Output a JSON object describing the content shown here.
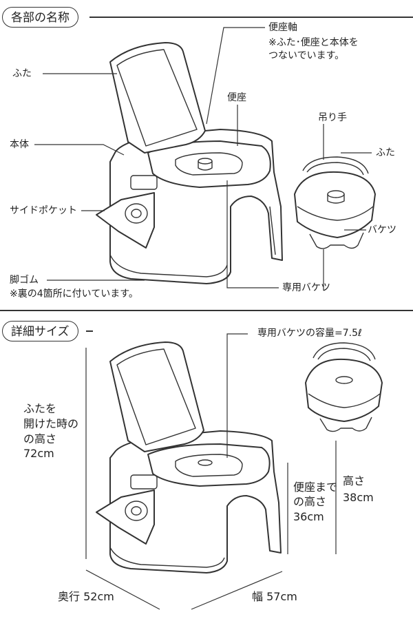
{
  "parts_section": {
    "title": "各部の名称",
    "labels": {
      "lid": "ふた",
      "body": "本体",
      "side_pocket": "サイドポケット",
      "rubber_feet": "脚ゴム",
      "rubber_feet_note": "※裏の4箇所に付いています。",
      "seat_axis": "便座軸",
      "seat_axis_note_1": "※ふた･便座と本体を",
      "seat_axis_note_2": "つないでいます。",
      "seat": "便座",
      "handle": "吊り手",
      "bucket_lid": "ふた",
      "bucket": "バケツ",
      "dedicated_bucket": "専用バケツ"
    }
  },
  "size_section": {
    "title": "詳細サイズ",
    "bucket_capacity": "専用バケツの容量=7.5ℓ",
    "open_height_1": "ふたを",
    "open_height_2": "開けた時の",
    "open_height_3": "の高さ",
    "open_height_value": "72cm",
    "seat_height_1": "便座まで",
    "seat_height_2": "の高さ",
    "seat_height_value": "36cm",
    "height_label": "高さ",
    "height_value": "38cm",
    "depth": "奥行 52cm",
    "width": "幅 57cm"
  }
}
